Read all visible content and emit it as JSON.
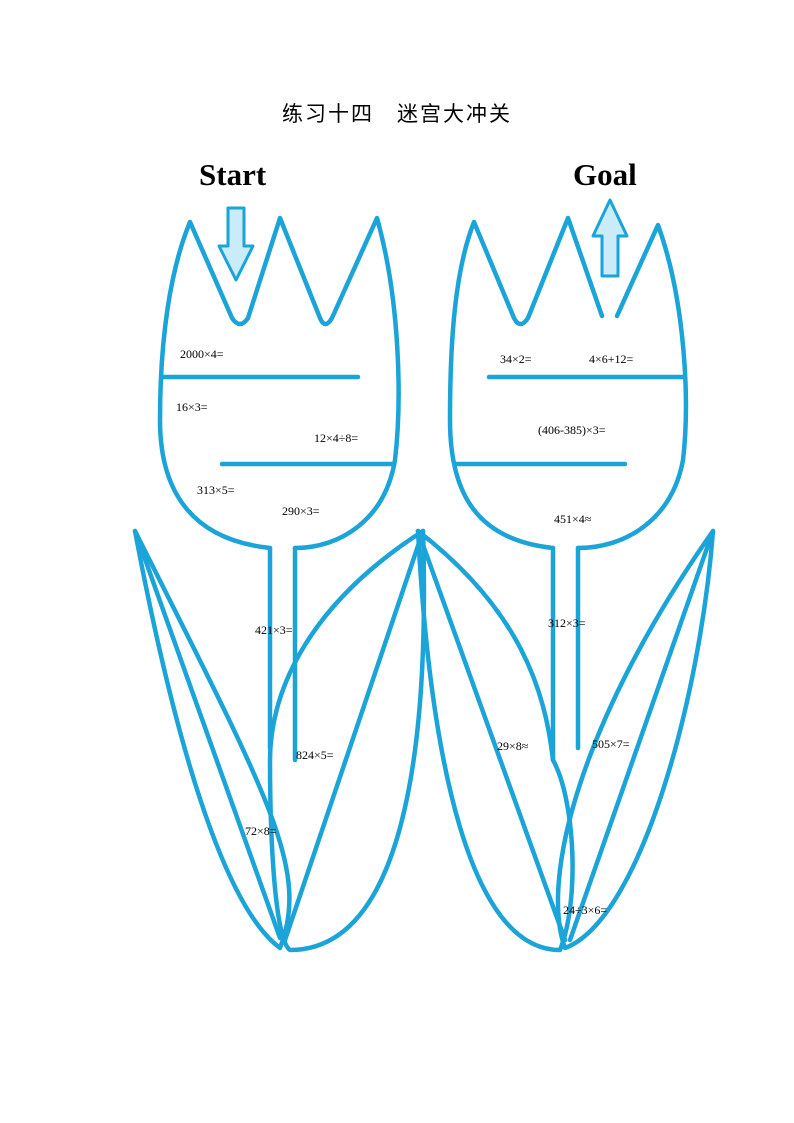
{
  "title": "练习十四　迷宫大冲关",
  "start_label": "Start",
  "goal_label": "Goal",
  "colors": {
    "outline": "#1ba4d8",
    "arrow_fill": "#c9ecf8"
  },
  "expressions": {
    "e1": "2000×4=",
    "e2": "16×3=",
    "e3": "12×4÷8=",
    "e4": "313×5=",
    "e5": "290×3=",
    "e6": "421×3=",
    "e7": "824×5=",
    "e8": "72×8=",
    "e9": "34×2=",
    "e10": "4×6+12=",
    "e11": "(406-385)×3=",
    "e12": "451×4≈",
    "e13": "312×3=",
    "e14": "29×8≈",
    "e15": "505×7=",
    "e16": "24÷3×6="
  }
}
